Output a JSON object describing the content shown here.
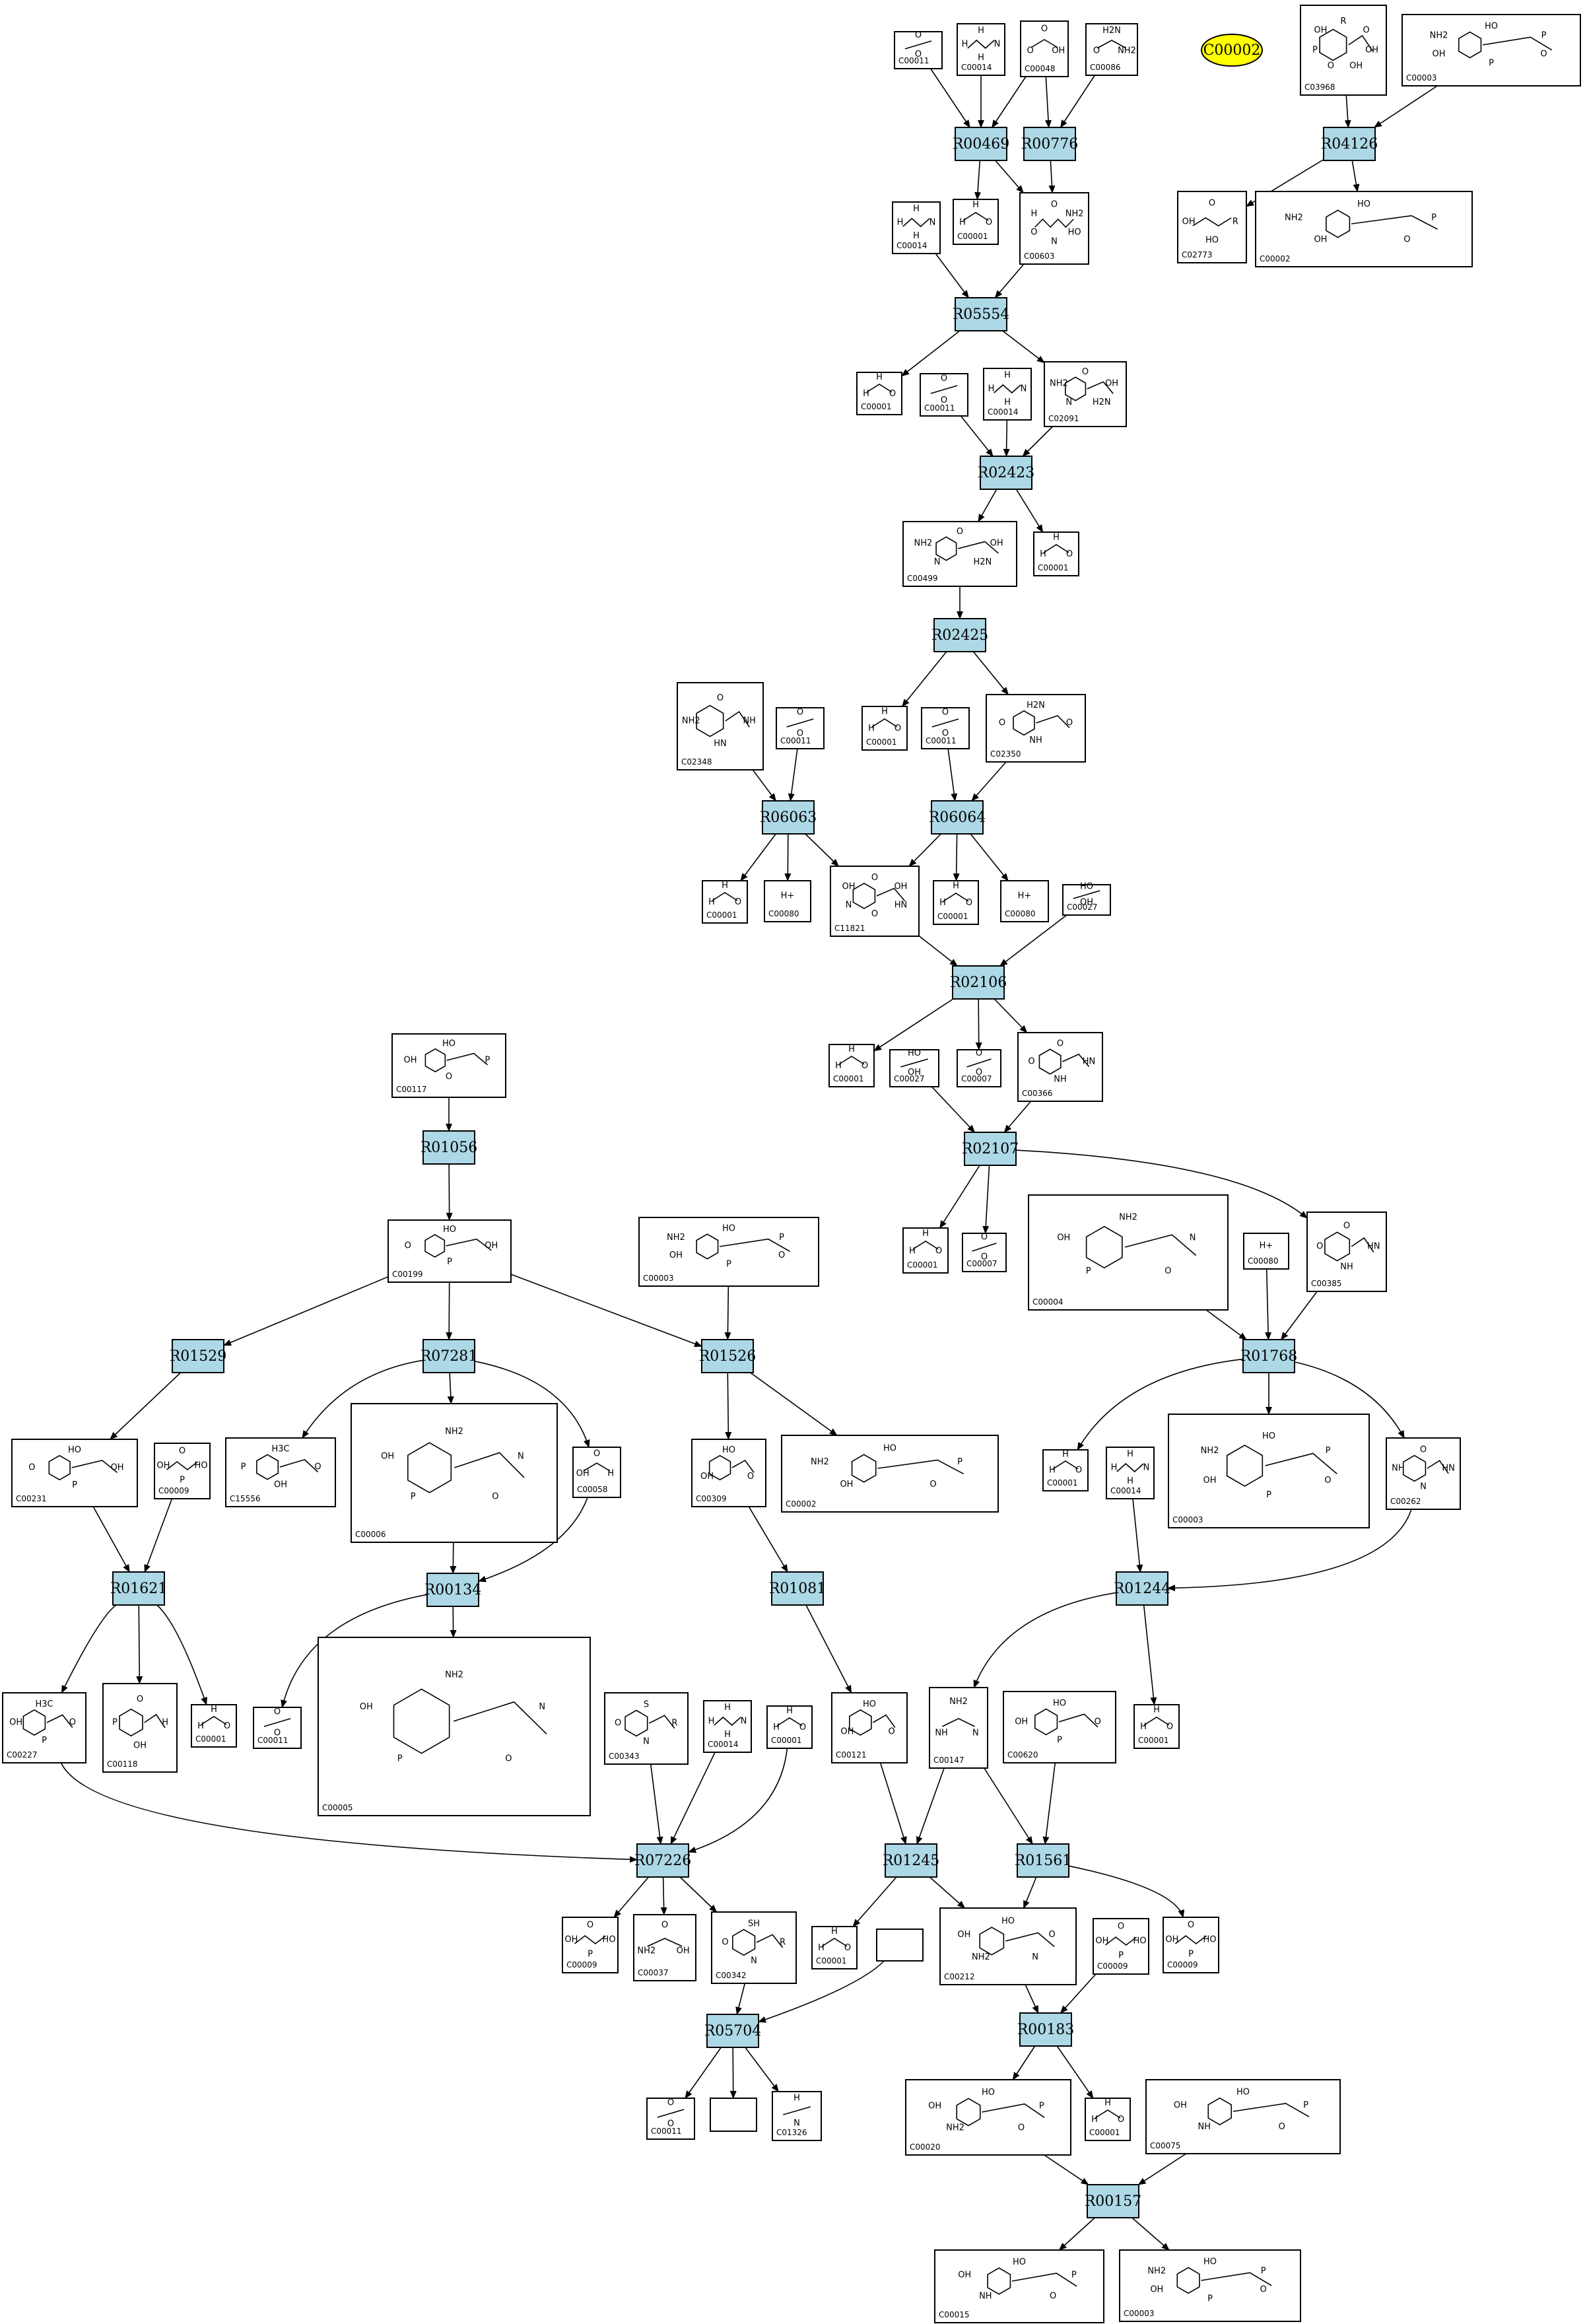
{
  "reactions": [
    "R00469",
    "R00776",
    "R04126",
    "R05554",
    "R02423",
    "R02425",
    "R06063",
    "R06064",
    "R02106",
    "R01056",
    "R02107",
    "R01529",
    "R07281",
    "R01526",
    "R01768",
    "R01621",
    "R00134",
    "R01081",
    "R01244",
    "R07226",
    "R01245",
    "R01561",
    "R05704",
    "R00183",
    "R00157"
  ],
  "cofactor": "C00002",
  "compounds": [
    {
      "id": "C00011",
      "atoms": [
        "O",
        "O"
      ]
    },
    {
      "id": "C00014",
      "atoms": [
        "H",
        "N",
        "H",
        "H"
      ]
    },
    {
      "id": "C00048",
      "atoms": [
        "O",
        "OH",
        "O"
      ]
    },
    {
      "id": "C00086",
      "atoms": [
        "H2N",
        "NH2",
        "O"
      ]
    },
    {
      "id": "C03968",
      "atoms": [
        "R",
        "O",
        "OH",
        "OH",
        "O",
        "P",
        "OH"
      ]
    },
    {
      "id": "C00003",
      "atoms": [
        "HO",
        "P",
        "O",
        "P",
        "OH",
        "NH2"
      ]
    },
    {
      "id": "C00001",
      "atoms": [
        "H",
        "O",
        "H"
      ]
    },
    {
      "id": "C00603",
      "atoms": [
        "O",
        "NH2",
        "HO",
        "N",
        "O",
        "H"
      ]
    },
    {
      "id": "C02773",
      "atoms": [
        "O",
        "R",
        "HO",
        "OH"
      ]
    },
    {
      "id": "C00002",
      "atoms": [
        "HO",
        "P",
        "O",
        "OH",
        "NH2"
      ]
    },
    {
      "id": "C02091",
      "atoms": [
        "O",
        "OH",
        "H2N",
        "N",
        "NH2"
      ]
    },
    {
      "id": "C00499",
      "atoms": [
        "O",
        "OH",
        "H2N",
        "N",
        "NH2"
      ]
    },
    {
      "id": "C02348",
      "atoms": [
        "O",
        "NH",
        "HN",
        "NH2"
      ]
    },
    {
      "id": "C02350",
      "atoms": [
        "H2N",
        "O",
        "NH",
        "O"
      ]
    },
    {
      "id": "C00080",
      "atoms": [
        "H+"
      ]
    },
    {
      "id": "C11821",
      "atoms": [
        "O",
        "OH",
        "HN",
        "O",
        "N",
        "OH"
      ]
    },
    {
      "id": "C00027",
      "atoms": [
        "HO",
        "OH"
      ]
    },
    {
      "id": "C00117",
      "atoms": [
        "HO",
        "P",
        "O",
        "OH"
      ]
    },
    {
      "id": "C00007",
      "atoms": [
        "O",
        "O"
      ]
    },
    {
      "id": "C00366",
      "atoms": [
        "O",
        "HN",
        "NH",
        "O"
      ]
    },
    {
      "id": "C00199",
      "atoms": [
        "HO",
        "OH",
        "P",
        "O"
      ]
    },
    {
      "id": "C00004",
      "atoms": [
        "NH2",
        "N",
        "O",
        "P",
        "OH"
      ]
    },
    {
      "id": "C00385",
      "atoms": [
        "O",
        "HN",
        "NH",
        "O"
      ]
    },
    {
      "id": "C00231",
      "atoms": [
        "HO",
        "OH",
        "P",
        "O"
      ]
    },
    {
      "id": "C00009",
      "atoms": [
        "O",
        "HO",
        "P",
        "OH"
      ]
    },
    {
      "id": "C15556",
      "atoms": [
        "H3C",
        "O",
        "OH",
        "P"
      ]
    },
    {
      "id": "C00006",
      "atoms": [
        "NH2",
        "N",
        "O",
        "P",
        "OH"
      ]
    },
    {
      "id": "C00058",
      "atoms": [
        "O",
        "H",
        "OH"
      ]
    },
    {
      "id": "C00309",
      "atoms": [
        "HO",
        "O",
        "OH"
      ]
    },
    {
      "id": "C00262",
      "atoms": [
        "O",
        "HN",
        "N",
        "NH"
      ]
    },
    {
      "id": "C00227",
      "atoms": [
        "H3C",
        "O",
        "P",
        "OH"
      ]
    },
    {
      "id": "C00118",
      "atoms": [
        "O",
        "H",
        "OH",
        "P"
      ]
    },
    {
      "id": "C00005",
      "atoms": [
        "NH2",
        "N",
        "O",
        "P",
        "OH"
      ]
    },
    {
      "id": "C00343",
      "atoms": [
        "S",
        "R",
        "N",
        "O"
      ]
    },
    {
      "id": "C00121",
      "atoms": [
        "HO",
        "O",
        "OH"
      ]
    },
    {
      "id": "C00147",
      "atoms": [
        "NH2",
        "N",
        "NH"
      ]
    },
    {
      "id": "C00620",
      "atoms": [
        "HO",
        "O",
        "P",
        "OH"
      ]
    },
    {
      "id": "C00037",
      "atoms": [
        "O",
        "OH",
        "NH2"
      ]
    },
    {
      "id": "C00342",
      "atoms": [
        "SH",
        "R",
        "N",
        "O"
      ]
    },
    {
      "id": "C00212",
      "atoms": [
        "HO",
        "O",
        "N",
        "NH2",
        "OH"
      ]
    },
    {
      "id": "C01326",
      "atoms": [
        "H",
        "N"
      ]
    },
    {
      "id": "C00020",
      "atoms": [
        "HO",
        "P",
        "O",
        "NH2",
        "OH"
      ]
    },
    {
      "id": "C00075",
      "atoms": [
        "HO",
        "P",
        "O",
        "NH",
        "OH"
      ]
    },
    {
      "id": "C00015",
      "atoms": [
        "HO",
        "P",
        "O",
        "NH",
        "OH"
      ]
    }
  ],
  "nodes": {
    "r_R00469": {
      "label": "R00469"
    },
    "r_R00776": {
      "label": "R00776"
    },
    "r_R04126": {
      "label": "R04126"
    },
    "r_R05554": {
      "label": "R05554"
    },
    "r_R02423": {
      "label": "R02423"
    },
    "r_R02425": {
      "label": "R02425"
    },
    "r_R06063": {
      "label": "R06063"
    },
    "r_R06064": {
      "label": "R06064"
    },
    "r_R02106": {
      "label": "R02106"
    },
    "r_R01056": {
      "label": "R01056"
    },
    "r_R02107": {
      "label": "R02107"
    },
    "r_R01529": {
      "label": "R01529"
    },
    "r_R07281": {
      "label": "R07281"
    },
    "r_R01526": {
      "label": "R01526"
    },
    "r_R01768": {
      "label": "R01768"
    },
    "r_R01621": {
      "label": "R01621"
    },
    "r_R00134": {
      "label": "R00134"
    },
    "r_R01081": {
      "label": "R01081"
    },
    "r_R01244": {
      "label": "R01244"
    },
    "r_R07226": {
      "label": "R07226"
    },
    "r_R01245": {
      "label": "R01245"
    },
    "r_R01561": {
      "label": "R01561"
    },
    "r_R05704": {
      "label": "R05704"
    },
    "r_R00183": {
      "label": "R00183"
    },
    "r_R00157": {
      "label": "R00157"
    }
  }
}
